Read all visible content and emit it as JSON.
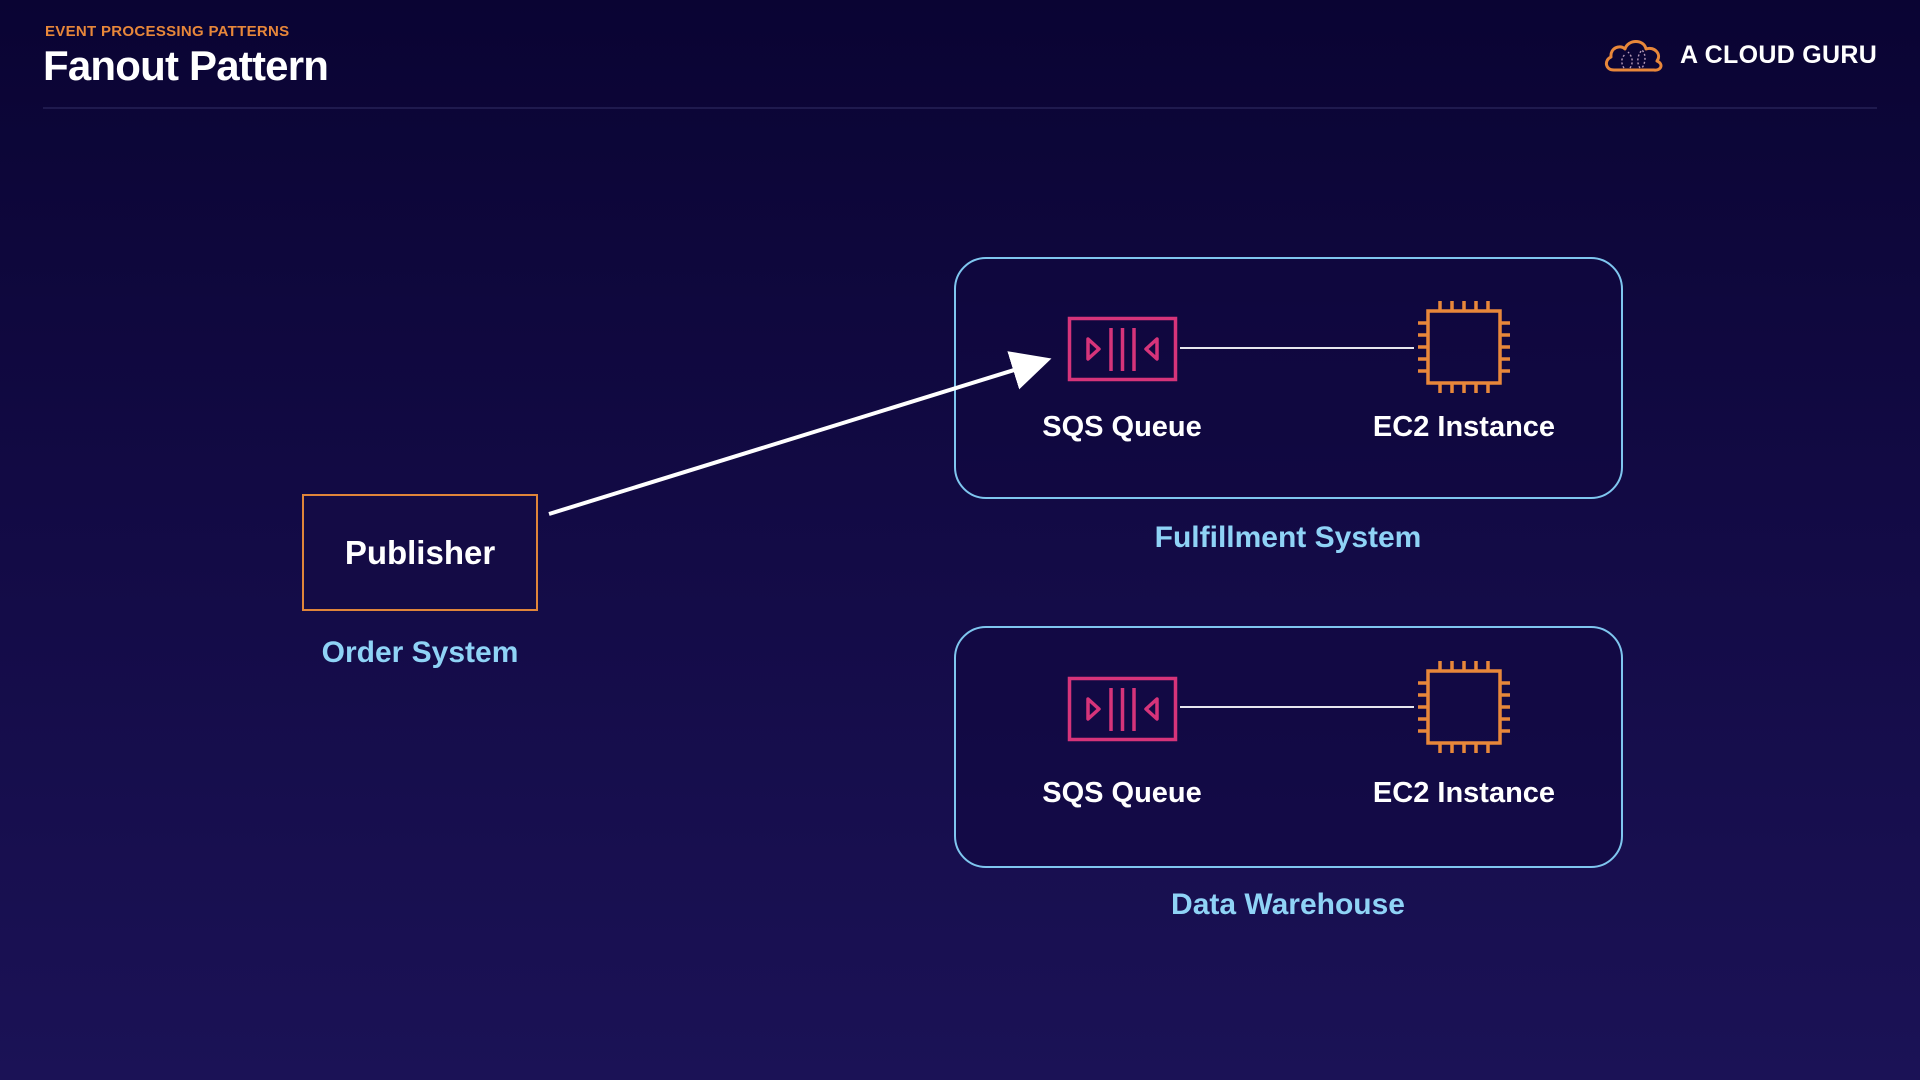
{
  "header": {
    "kicker": "EVENT PROCESSING PATTERNS",
    "title": "Fanout Pattern",
    "brand": "A CLOUD GURU"
  },
  "colors": {
    "accent_orange": "#e8873a",
    "caption_blue": "#8fd3f6",
    "group_border": "#7fc6ef",
    "sqs_pink": "#d6347a",
    "ec2_orange": "#e8873a"
  },
  "diagram": {
    "publisher": {
      "label": "Publisher",
      "caption": "Order System"
    },
    "groups": [
      {
        "caption": "Fulfillment System",
        "queue_label": "SQS Queue",
        "instance_label": "EC2 Instance",
        "receives_arrow_from_publisher": true
      },
      {
        "caption": "Data Warehouse",
        "queue_label": "SQS Queue",
        "instance_label": "EC2 Instance",
        "receives_arrow_from_publisher": false
      }
    ],
    "edges": [
      {
        "from": "Publisher",
        "to": "Fulfillment System / SQS Queue",
        "type": "arrow"
      },
      {
        "from": "Fulfillment System / SQS Queue",
        "to": "Fulfillment System / EC2 Instance",
        "type": "line"
      },
      {
        "from": "Data Warehouse / SQS Queue",
        "to": "Data Warehouse / EC2 Instance",
        "type": "line"
      }
    ]
  }
}
